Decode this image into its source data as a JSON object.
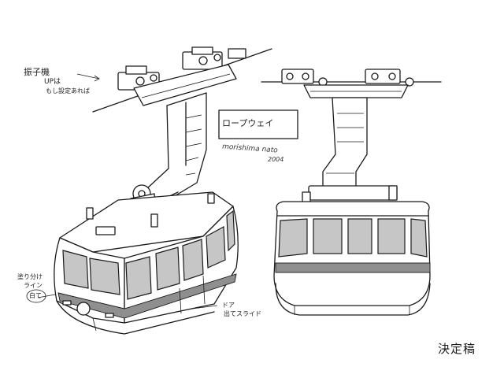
{
  "sheet": {
    "final_label": "決定稿",
    "title_box_text": "ロープウェイ",
    "signature": "morishima nato",
    "signature_year": "2004",
    "notes": {
      "shisoku_line1": "振子機",
      "shisoku_line2": "UPは",
      "shisoku_line3": "もし設定あれば",
      "wake_line1": "塗り分け",
      "wake_line2": "ライン",
      "wake_line3": "白て",
      "door_line1": "ドア",
      "door_line2": "出てスライド"
    }
  },
  "colors": {
    "ink": "#1a1a1a",
    "stripe_tone": "#8f8f8f",
    "window_tone": "#bdbdbd",
    "paper": "#ffffff"
  }
}
